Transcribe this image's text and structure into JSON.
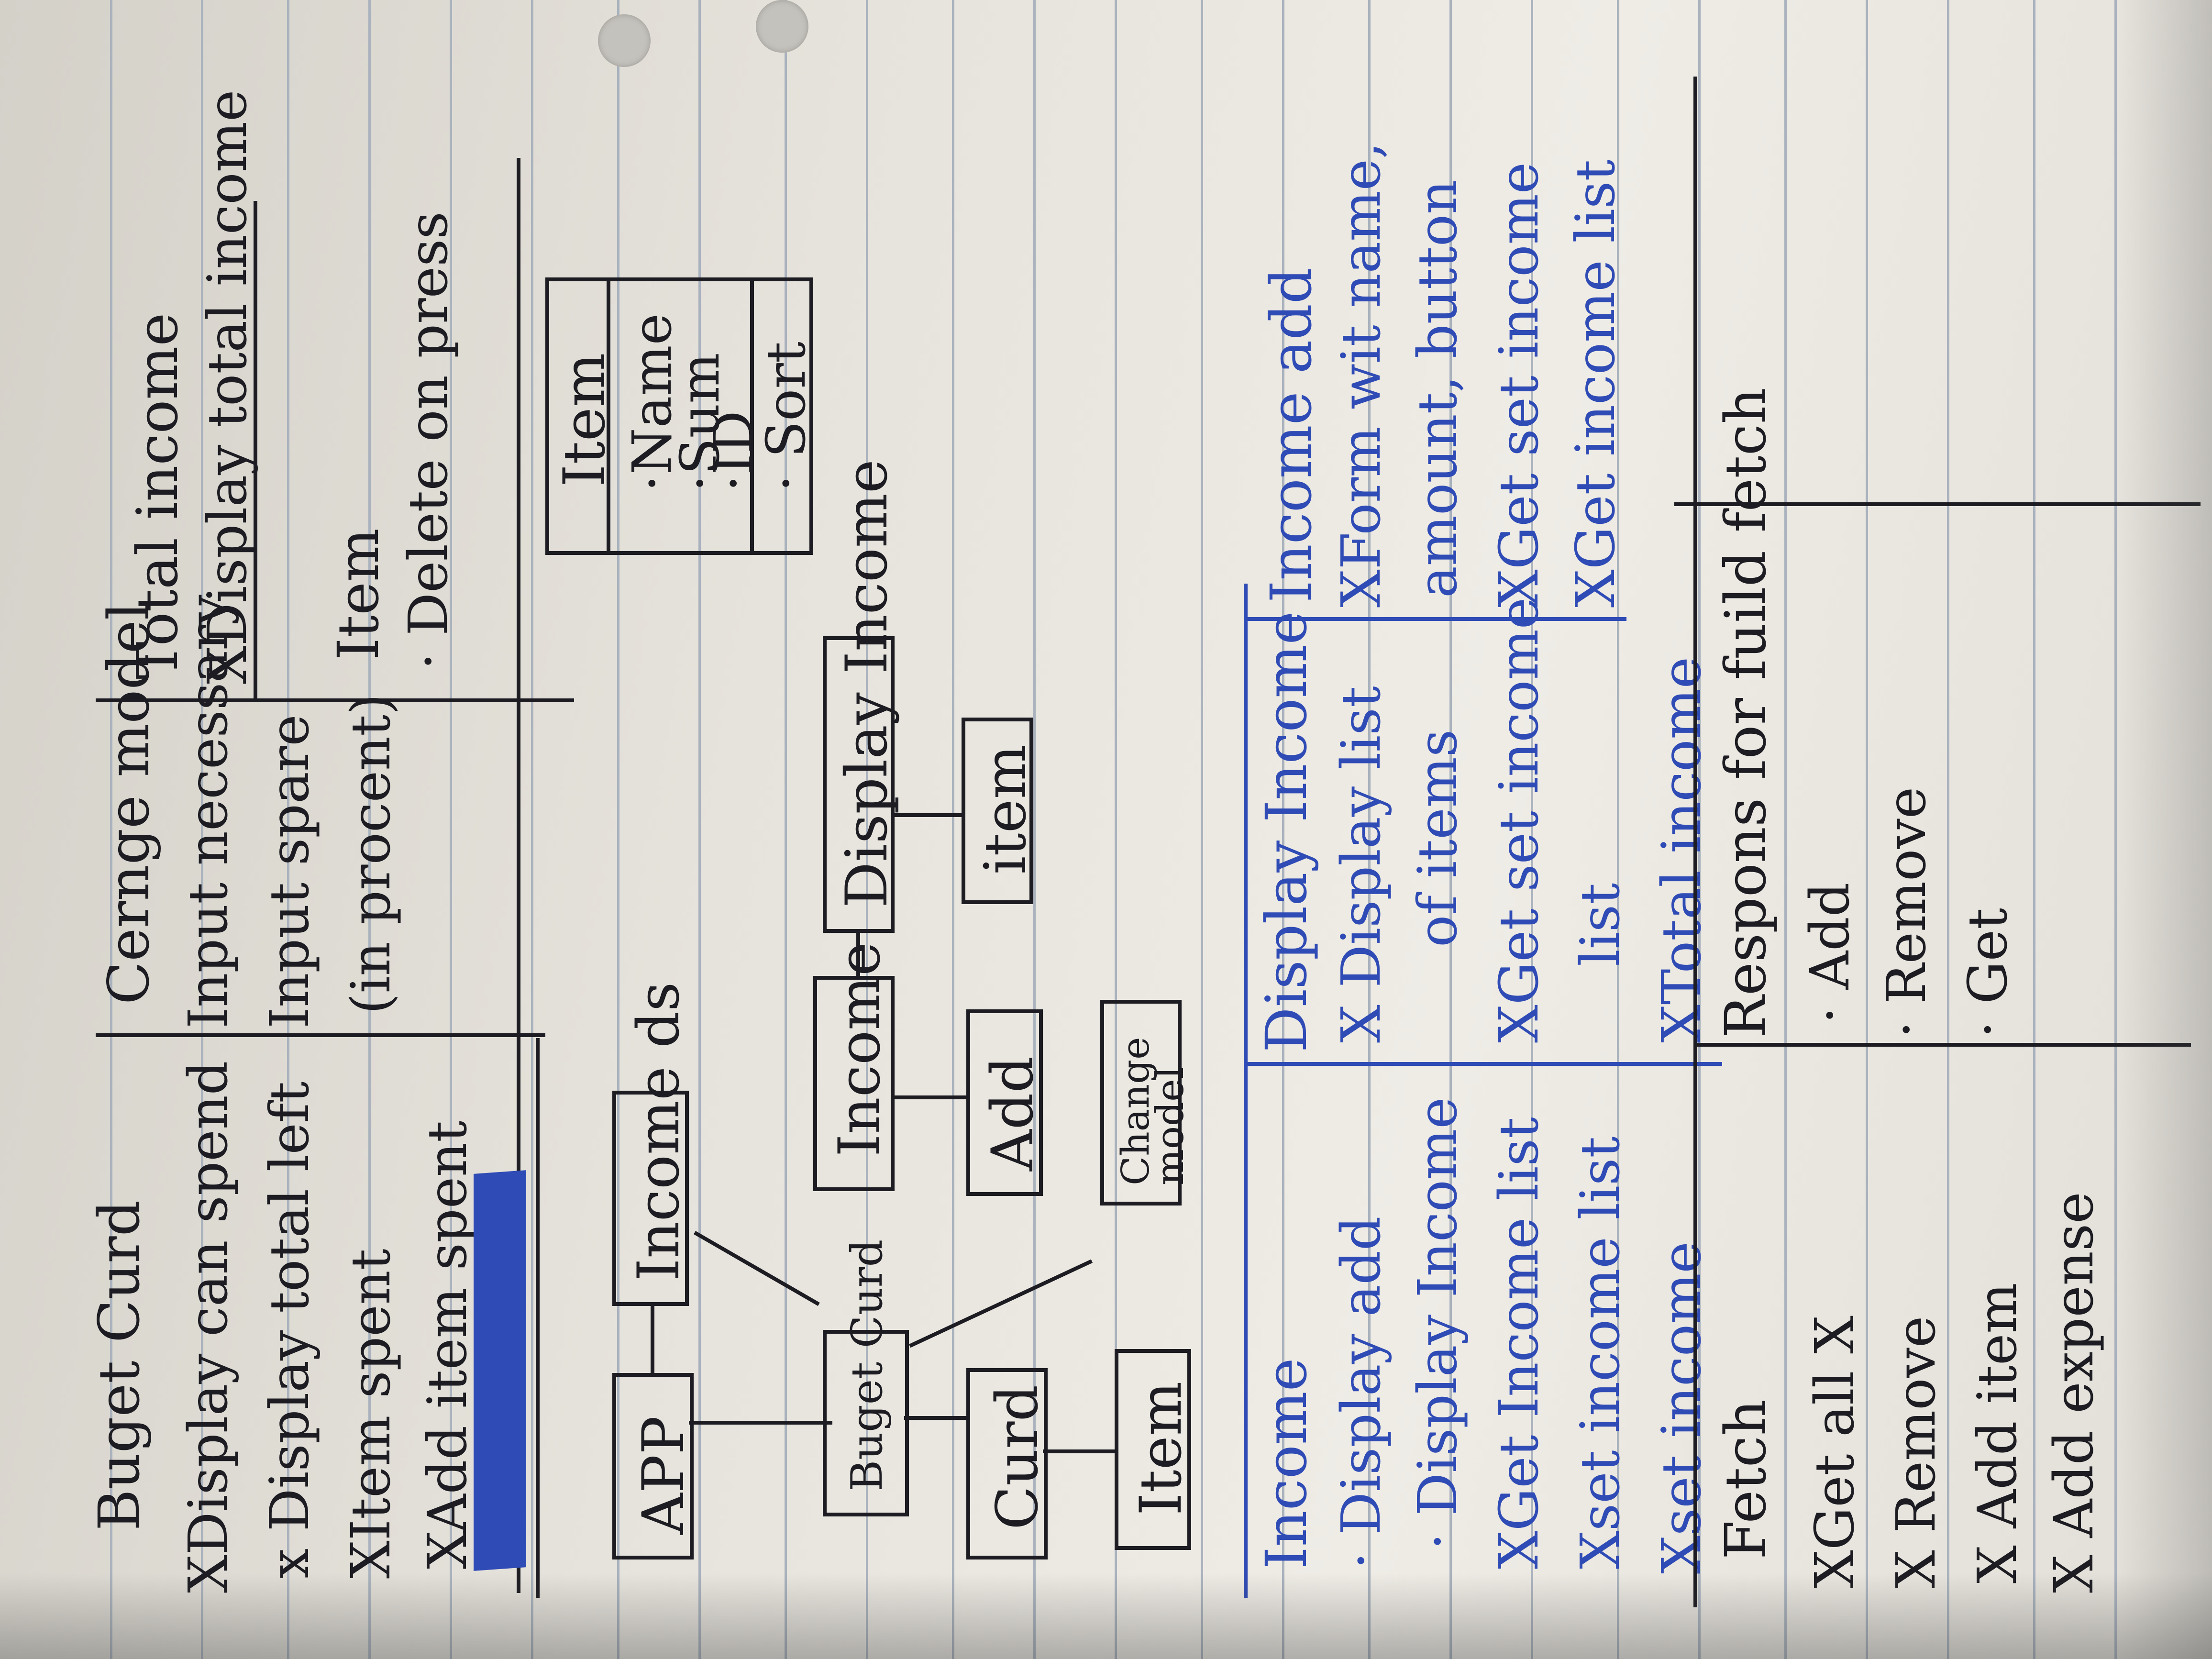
{
  "cards": {
    "budget_card": {
      "title": "Buget Curd",
      "lines": [
        "XDisplay can spend",
        "x Display total left",
        "XItem spent",
        "XAdd item spent"
      ]
    },
    "change_model": {
      "title": "Cernge model",
      "lines": [
        "Input necessary",
        "Input spare",
        "(in procent)"
      ]
    },
    "total_income": {
      "title": "Total income",
      "lines": [
        "XDisplay total income"
      ]
    },
    "item": {
      "title": "Item",
      "lines": [
        "· Delete on press"
      ]
    }
  },
  "diagram": {
    "boxes": {
      "app": "APP",
      "income_ds": "Income ds",
      "budget_card": "Buget Curd",
      "income": "Income",
      "display_income": "Display Income",
      "card": "Curd",
      "add": "Add",
      "item_under_display": "item",
      "item": "Item",
      "change_model": "Change model"
    },
    "data_item": {
      "title": "Item",
      "fields": [
        "·Name",
        "·Sum",
        "·ID",
        "· Sort"
      ]
    }
  },
  "income_section": {
    "income": {
      "title": "Income",
      "lines": [
        "· Display add",
        "· Display Income",
        "XGet Income list",
        "Xset income list",
        "Xset income"
      ]
    },
    "display_income": {
      "title": "Display Income",
      "lines": [
        "X Display list",
        "of items",
        "XGet set income",
        "list",
        "XTotal income"
      ]
    },
    "income_add": {
      "title": "Income add",
      "lines": [
        "XForm wit name,",
        "amount, button",
        "XGet set income",
        "XGet income list"
      ]
    }
  },
  "fetch_section": {
    "fetch": {
      "title": "Fetch",
      "lines": [
        "XGet all X",
        "X Remove",
        "X Add item",
        "X Add expense"
      ]
    },
    "respons": {
      "title": "Respons for fuild fetch",
      "lines": [
        "· Add",
        "· Remove",
        "· Get"
      ]
    }
  },
  "colors": {
    "pencil": "#1c1c22",
    "blue_pen": "#2f4bb5",
    "paper": "#e6e3dc",
    "rule_lines": "#a9b2bd"
  }
}
